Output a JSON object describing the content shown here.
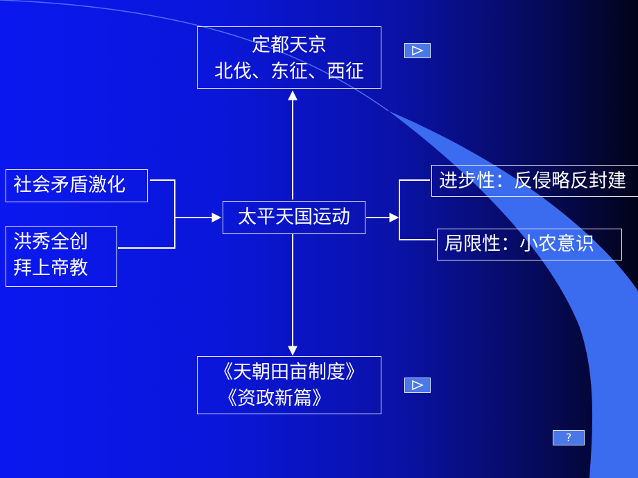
{
  "diagram": {
    "top": {
      "line1": "定都天京",
      "line2": "北伐、东征、西征"
    },
    "center": "太平天国运动",
    "left_top": "社会矛盾激化",
    "left_bottom": {
      "line1": "洪秀全创",
      "line2": "拜上帝教"
    },
    "right_top": "进步性：反侵略反封建",
    "right_bottom": "局限性：小农意识",
    "bottom": {
      "line1": "《天朝田亩制度》",
      "line2": "《资政新篇》"
    }
  },
  "nav": {
    "help_glyph": "?"
  },
  "colors": {
    "box_border": "#e8e8f8",
    "text": "#ffffff",
    "button_fill": "#4a78e8",
    "swoosh": "#3b6cf0"
  }
}
